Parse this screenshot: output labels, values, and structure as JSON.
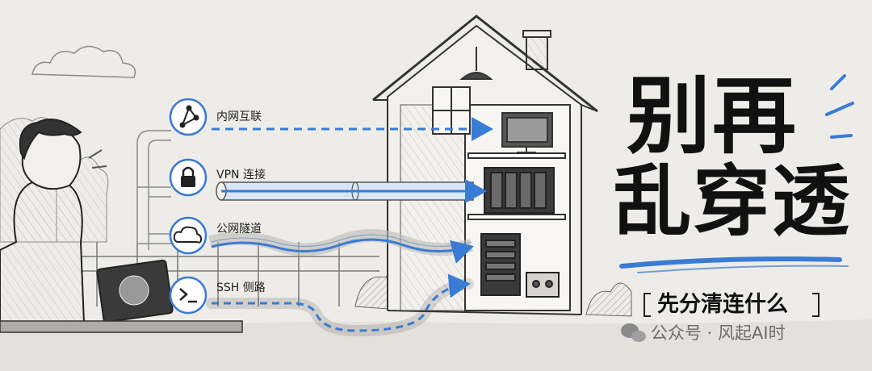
{
  "connections": [
    {
      "label": "内网互联",
      "icon": "network-nodes-icon"
    },
    {
      "label": "VPN 连接",
      "icon": "lock-icon"
    },
    {
      "label": "公网隧道",
      "icon": "cloud-icon"
    },
    {
      "label": "SSH 侧路",
      "icon": "terminal-icon"
    }
  ],
  "title": {
    "line1": "别再",
    "line2": "乱穿透"
  },
  "subtitle": "先分清连什么",
  "watermark": {
    "text": "公众号 · 风起AI时",
    "icon": "wechat-icon"
  },
  "colors": {
    "accent": "#3a7bd5",
    "ink": "#1f1f1f",
    "paper": "#eeece8"
  }
}
